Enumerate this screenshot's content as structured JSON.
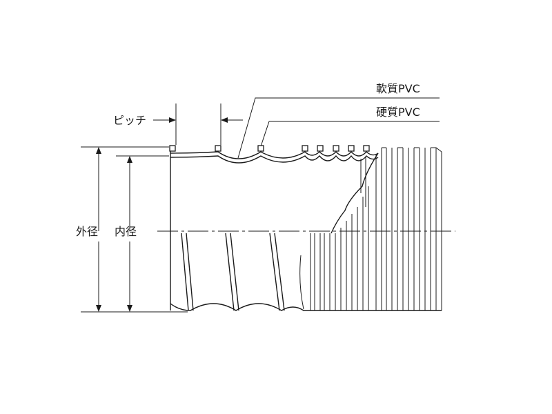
{
  "labels": {
    "soft_pvc": "軟質PVC",
    "hard_pvc": "硬質PVC",
    "pitch": "ピッチ",
    "outer_diameter": "外径",
    "inner_diameter": "内径"
  },
  "colors": {
    "line": "#1a1a1a",
    "background": "#ffffff"
  }
}
